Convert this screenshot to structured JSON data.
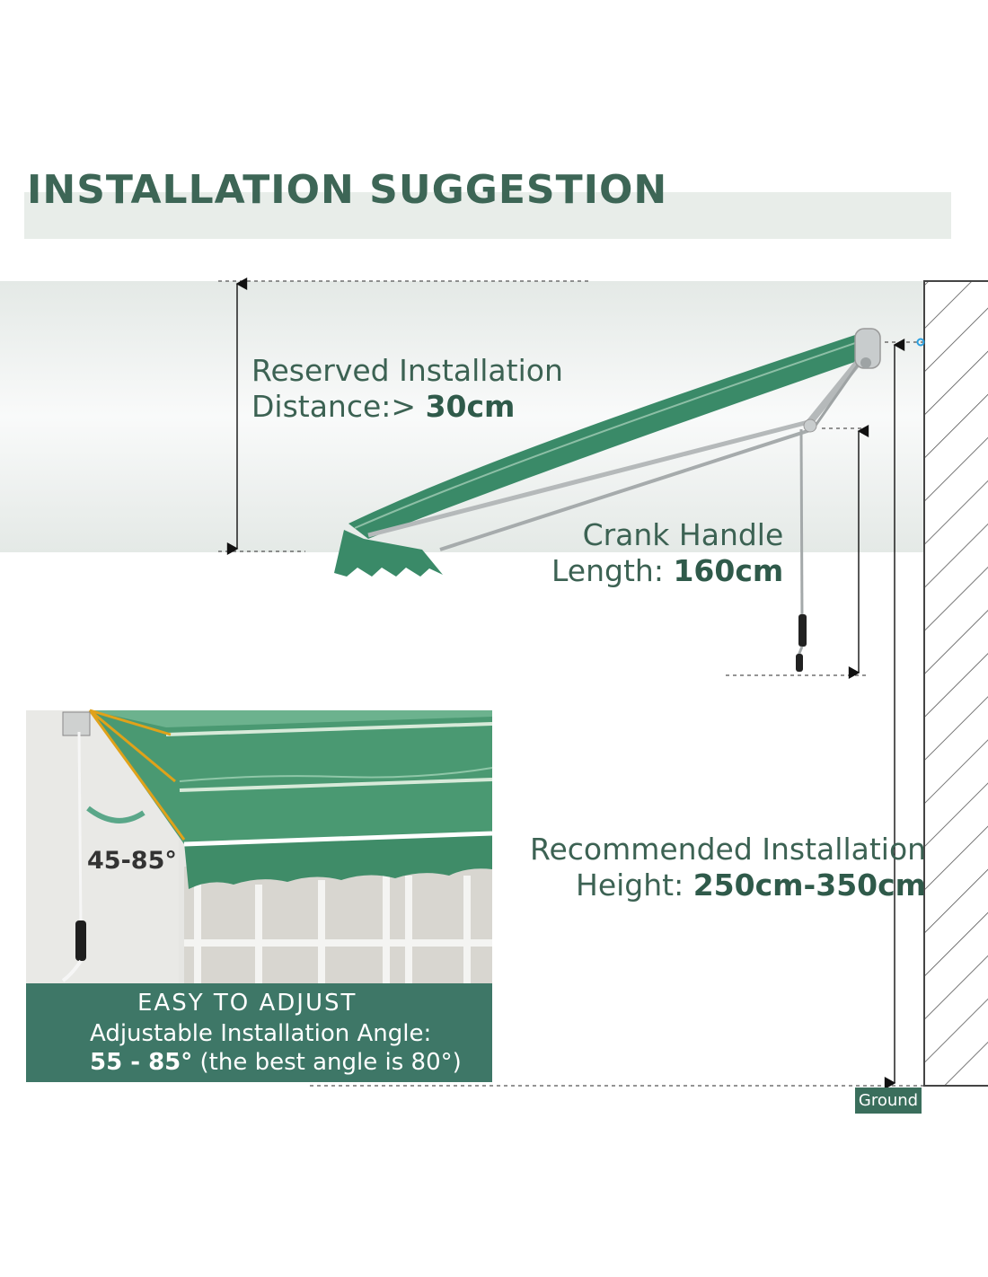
{
  "title": "INSTALLATION SUGGESTION",
  "reserved": {
    "line1": "Reserved Installation",
    "line2_label": "Distance:> ",
    "line2_value": "30cm"
  },
  "crank": {
    "line1": "Crank Handle",
    "line2_label": "Length: ",
    "line2_value": "160cm"
  },
  "height": {
    "line1": "Recommended Installation",
    "line2_label": "Height: ",
    "line2_value": "250cm-350cm"
  },
  "ground_label": "Ground",
  "inset": {
    "angle_label": "45-85°",
    "caption_title": "EASY TO ADJUST",
    "caption_line1": "Adjustable Installation Angle:",
    "caption_value": "55 - 85°",
    "caption_note": " (the best angle is 80°)"
  },
  "colors": {
    "brand_green": "#3e7767",
    "awning_green": "#3a8a68",
    "title_color": "#3d6656"
  }
}
